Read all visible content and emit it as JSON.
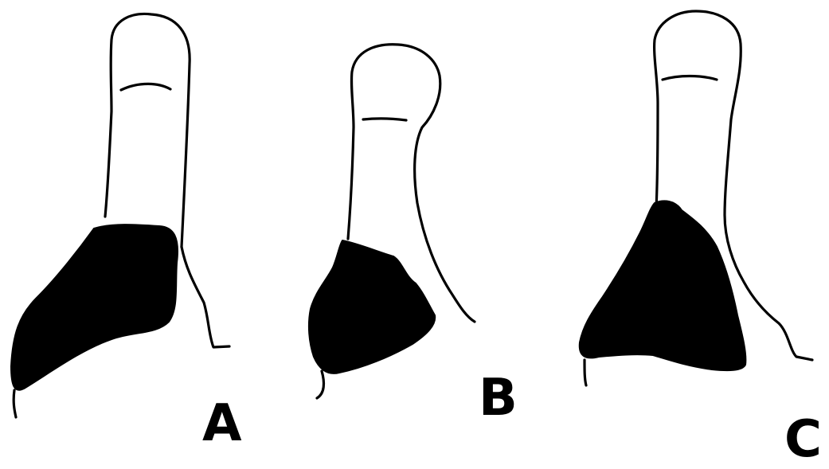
{
  "figure": {
    "labels": {
      "a": "A",
      "b": "B",
      "c": "C"
    }
  },
  "colors": {
    "ink": "#000000",
    "background": "#ffffff"
  }
}
